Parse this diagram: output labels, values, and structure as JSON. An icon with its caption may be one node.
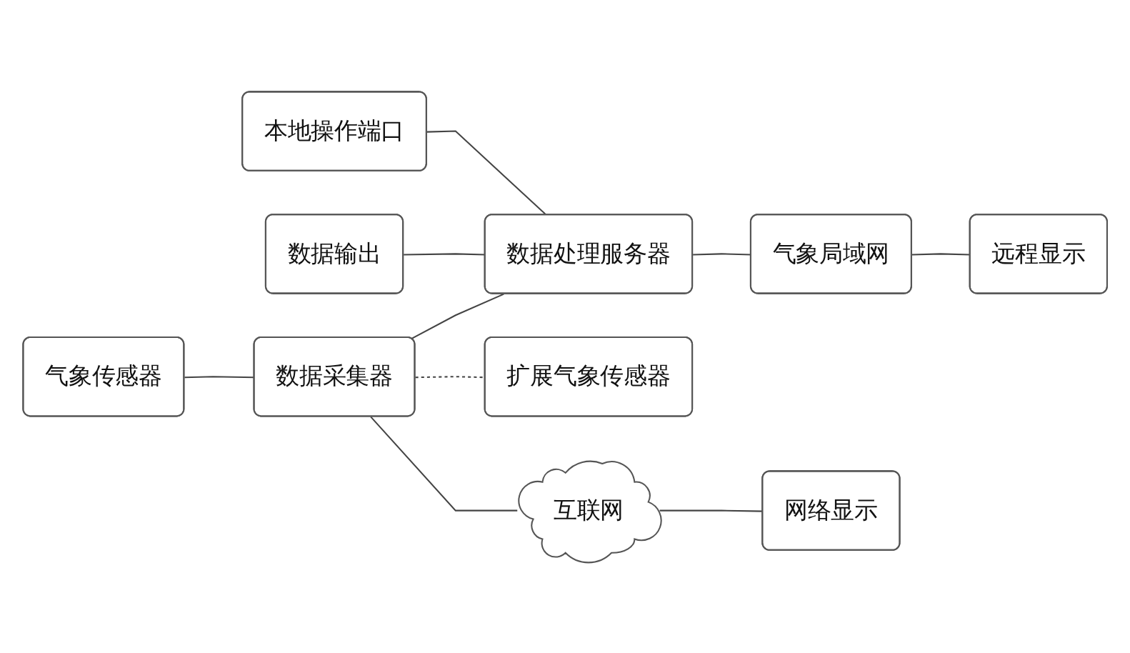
{
  "diagram": {
    "nodes": [
      {
        "text": [
          "本地操作端口"
        ]
      },
      {
        "text": [
          "数据输出"
        ]
      },
      {
        "text": [
          "气象传感器"
        ]
      },
      {
        "text": [
          "数据采集器"
        ]
      },
      {
        "text": [
          "数据处理服务器"
        ]
      },
      {
        "text": [
          "气象局域网"
        ]
      },
      {
        "text": [
          "远程显示"
        ]
      },
      {
        "text": [
          "扩展气象传感器"
        ]
      },
      {
        "text": [
          "互联网"
        ]
      },
      {
        "text": [
          "网络显示"
        ]
      }
    ],
    "edges": [
      {
        "from": 0,
        "to": 4,
        "arrow": "none"
      },
      {
        "from": 1,
        "to": 4,
        "arrow": "none"
      },
      {
        "from": 2,
        "to": 3,
        "arrow": "none"
      },
      {
        "from": 3,
        "to": 4,
        "arrow": "none"
      },
      {
        "from": 4,
        "to": 5,
        "arrow": "none"
      },
      {
        "from": 5,
        "to": 6,
        "arrow": "none"
      },
      {
        "from": 3,
        "to": 7,
        "arrow": "none",
        "style": "dashed"
      },
      {
        "from": 3,
        "to": 8,
        "arrow": "none"
      },
      {
        "from": 8,
        "to": 9,
        "arrow": "none"
      }
    ]
  }
}
